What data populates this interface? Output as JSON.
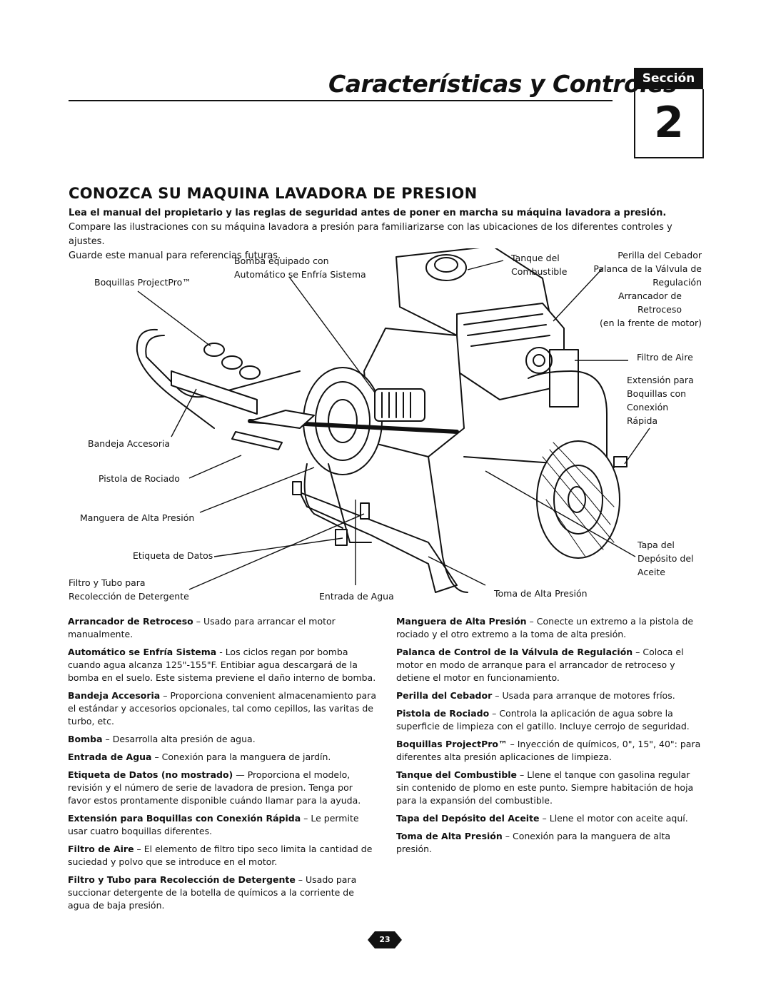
{
  "header": {
    "title": "Características y Controles",
    "section_label": "Sección",
    "section_number": "2"
  },
  "heading": "CONOZCA SU MAQUINA LAVADORA DE PRESION",
  "intro": {
    "bold": "Lea el manual del propietario y las reglas de seguridad antes de poner en marcha su máquina lavadora a presión.",
    "line1": "Compare las ilustraciones con su máquina lavadora a presión para familiarizarse con las ubicaciones de los diferentes controles y ajustes.",
    "line2": "Guarde este manual para referencias futuras."
  },
  "labels": {
    "bomba_1": "Bomba equipado con",
    "bomba_2": "Automático se Enfría Sistema",
    "boquillas": "Boquillas ProjectPro™",
    "tanque_1": "Tanque del",
    "tanque_2": "Combustible",
    "perilla": "Perilla del Cebador",
    "palanca_1": "Palanca de la Válvula de",
    "palanca_2": "Regulación",
    "arrancador_1": "Arrancador de",
    "arrancador_2": "Retroceso",
    "arrancador_3": "(en la frente de motor)",
    "filtro_aire": "Filtro de Aire",
    "extension_1": "Extensión para",
    "extension_2": "Boquillas con",
    "extension_3": "Conexión",
    "extension_4": "Rápida",
    "bandeja": "Bandeja Accesoria",
    "pistola": "Pistola de Rociado",
    "manguera": "Manguera de Alta Presión",
    "etiqueta": "Etiqueta de Datos",
    "filtro_tubo_1": "Filtro y Tubo para",
    "filtro_tubo_2": "Recolección de Detergente",
    "entrada": "Entrada de Agua",
    "toma": "Toma de Alta Presión",
    "tapa_1": "Tapa del",
    "tapa_2": "Depósito del",
    "tapa_3": "Aceite"
  },
  "left_column": [
    {
      "term": "Arrancador de Retroceso",
      "text": " – Usado para arrancar el motor manualmente."
    },
    {
      "term": "Automático se Enfría Sistema",
      "text": " - Los ciclos regan por bomba cuando agua alcanza 125\"-155\"F. Entibiar agua descargará de la bomba en el suelo. Este sistema previene el daño interno de bomba."
    },
    {
      "term": "Bandeja Accesoria",
      "text": " – Proporciona convenient almacenamiento para el estándar y accesorios opcionales, tal como cepillos, las varitas de turbo, etc."
    },
    {
      "term": "Bomba",
      "text": " – Desarrolla alta presión de agua."
    },
    {
      "term": "Entrada de Agua",
      "text": " – Conexión para la manguera de jardín."
    },
    {
      "term": "Etiqueta de Datos (no mostrado)",
      "text": " — Proporciona el modelo, revisión y el número de serie de lavadora de presion. Tenga por favor estos prontamente disponible cuándo llamar para la ayuda."
    },
    {
      "term": "Extensión para Boquillas con Conexión Rápida",
      "text": " – Le permite usar cuatro boquillas diferentes."
    },
    {
      "term": "Filtro de Aire",
      "text": " – El elemento de filtro tipo seco limita la cantidad de suciedad y polvo que se introduce en el motor."
    },
    {
      "term": "Filtro y Tubo para Recolección de Detergente",
      "text": " – Usado para succionar detergente de la botella de químicos a la corriente de agua de baja presión."
    }
  ],
  "right_column": [
    {
      "term": "Manguera de Alta Presión",
      "text": " – Conecte un extremo a la pistola de rociado y el otro extremo a la toma de alta presión."
    },
    {
      "term": "Palanca de Control de la Válvula de Regulación",
      "text": " – Coloca el motor en modo de arranque para el arrancador de retroceso y detiene el motor en funcionamiento."
    },
    {
      "term": "Perilla del Cebador",
      "text": " – Usada para arranque de motores fríos."
    },
    {
      "term": "Pistola de Rociado",
      "text": " – Controla la aplicación de agua sobre la superficie de limpieza con el gatillo. Incluye cerrojo de seguridad."
    },
    {
      "term": "Boquillas ProjectPro™",
      "text": " – Inyección de químicos, 0\", 15\", 40\": para diferentes alta presión aplicaciones de limpieza."
    },
    {
      "term": "Tanque del Combustible",
      "text": " – Llene el tanque con gasolina regular sin contenido de plomo en este punto. Siempre habitación de hoja para la expansión del combustible."
    },
    {
      "term": "Tapa del Depósito del Aceite",
      "text": " – Llene el motor con aceite aquí."
    },
    {
      "term": "Toma de Alta Presión",
      "text": " – Conexión para la manguera de alta presión."
    }
  ],
  "page_number": "23"
}
